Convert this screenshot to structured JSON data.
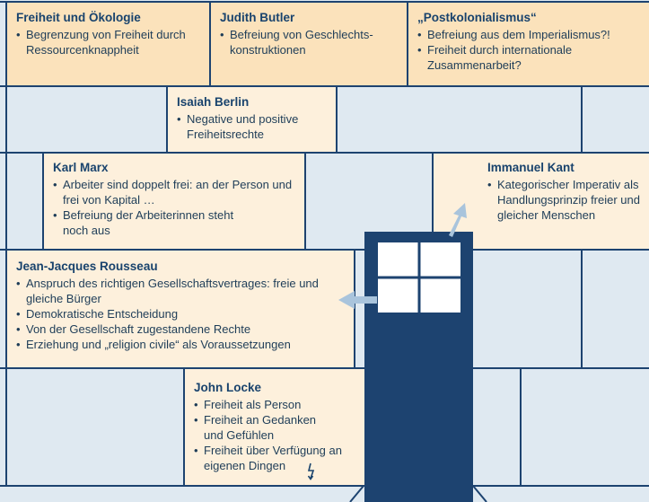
{
  "boxes": [
    {
      "title": "Freiheit und Ökologie",
      "items": [
        "Begrenzung von Freiheit durch Ressourcenknappheit"
      ]
    },
    {
      "title": "Judith Butler",
      "items": [
        "Befreiung von Geschlechts-konstruktionen"
      ]
    },
    {
      "title": "„Postkolonialismus“",
      "items": [
        "Befreiung aus dem Imperialismus?!",
        "Freiheit durch internationale Zusammenarbeit?"
      ]
    },
    {
      "title": "Isaiah Berlin",
      "items": [
        "Negative und positive Freiheitsrechte"
      ]
    },
    {
      "title": "Karl Marx",
      "items": [
        "Arbeiter sind doppelt frei: an der Person und frei von Kapital …",
        "Befreiung der Arbeiterinnen steht noch aus"
      ]
    },
    {
      "title": "Immanuel Kant",
      "items": [
        "Kategorischer Imperativ als Handlungsprinzip freier und gleicher Menschen"
      ]
    },
    {
      "title": "Jean-Jacques Rousseau",
      "items": [
        "Anspruch des richtigen Gesellschaftsvertrages: freie und gleiche Bürger",
        "Demokratische Entscheidung",
        "Von der Gesellschaft zugestandene Rechte",
        "Erziehung und „religion civile“ als Voraussetzungen"
      ]
    },
    {
      "title": "John Locke",
      "items": [
        "Freiheit als Person",
        "Freiheit an Gedanken und Gefühlen",
        "Freiheit über Verfügung an eigenen Dingen"
      ]
    }
  ],
  "colors": {
    "navy": "#1d4370",
    "wall": "#dfe9f1",
    "beige": "#fdf0dc",
    "orange": "#fbe2bb",
    "arrow": "#a9c4dc"
  },
  "icons": [
    "lightning-icon",
    "arrow-icon"
  ]
}
